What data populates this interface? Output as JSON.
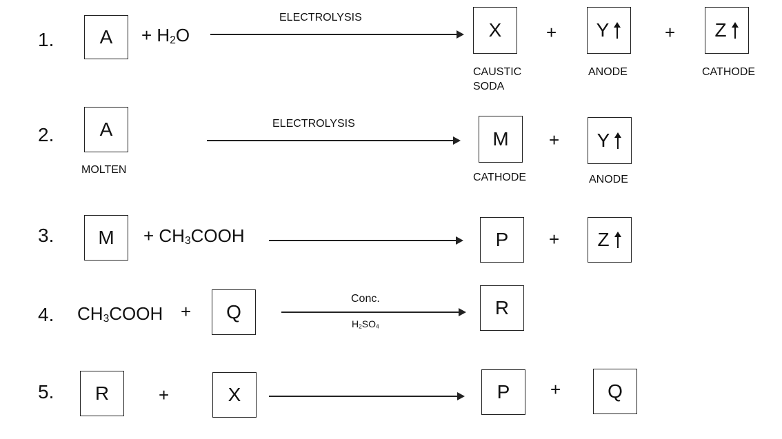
{
  "reactions": [
    {
      "num": "1.",
      "reactant_box": "A",
      "plus_water": "+ H",
      "water_sub": "2",
      "water_o": "O",
      "condition": "ELECTROLYSIS",
      "product1": "X",
      "product1_label_line1": "CAUSTIC",
      "product1_label_line2": "SODA",
      "plus1": "+",
      "product2": "Y",
      "product2_label": "ANODE",
      "plus2": "+",
      "product3": "Z",
      "product3_label": "CATHODE"
    },
    {
      "num": "2.",
      "reactant_box": "A",
      "reactant_label": "MOLTEN",
      "condition": "ELECTROLYSIS",
      "product1": "M",
      "product1_label": "CATHODE",
      "plus1": "+",
      "product2": "Y",
      "product2_label": "ANODE"
    },
    {
      "num": "3.",
      "reactant_box": "M",
      "reagent_a": "+ CH",
      "reagent_sub": "3",
      "reagent_b": "COOH",
      "product1": "P",
      "plus1": "+",
      "product2": "Z"
    },
    {
      "num": "4.",
      "reagent_a": "CH",
      "reagent_sub": "3",
      "reagent_b": "COOH",
      "plus1": "+",
      "reactant_box": "Q",
      "condition_top": "Conc.",
      "condition_bottom_a": "H",
      "condition_bottom_sub1": "2",
      "condition_bottom_b": "SO",
      "condition_bottom_sub2": "4",
      "product1": "R"
    },
    {
      "num": "5.",
      "reactant_box1": "R",
      "plus1": "+",
      "reactant_box2": "X",
      "product1": "P",
      "plus2": "+",
      "product2": "Q"
    }
  ],
  "gas_arrow_icon": "up-arrow-icon"
}
